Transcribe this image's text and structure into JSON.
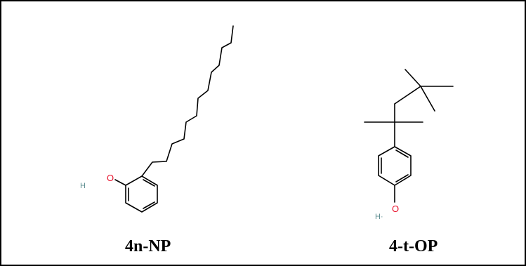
{
  "molecules": [
    {
      "name": "4n-NP",
      "atoms": {
        "oxygen": "O",
        "hydrogen": "H"
      }
    },
    {
      "name": "4-t-OP",
      "atoms": {
        "oxygen": "O",
        "hydrogen": "H·"
      }
    }
  ],
  "colors": {
    "bond": "#000000",
    "oxygen": "#e8102a",
    "hydrogen": "#5f8f92",
    "border": "#000000"
  }
}
